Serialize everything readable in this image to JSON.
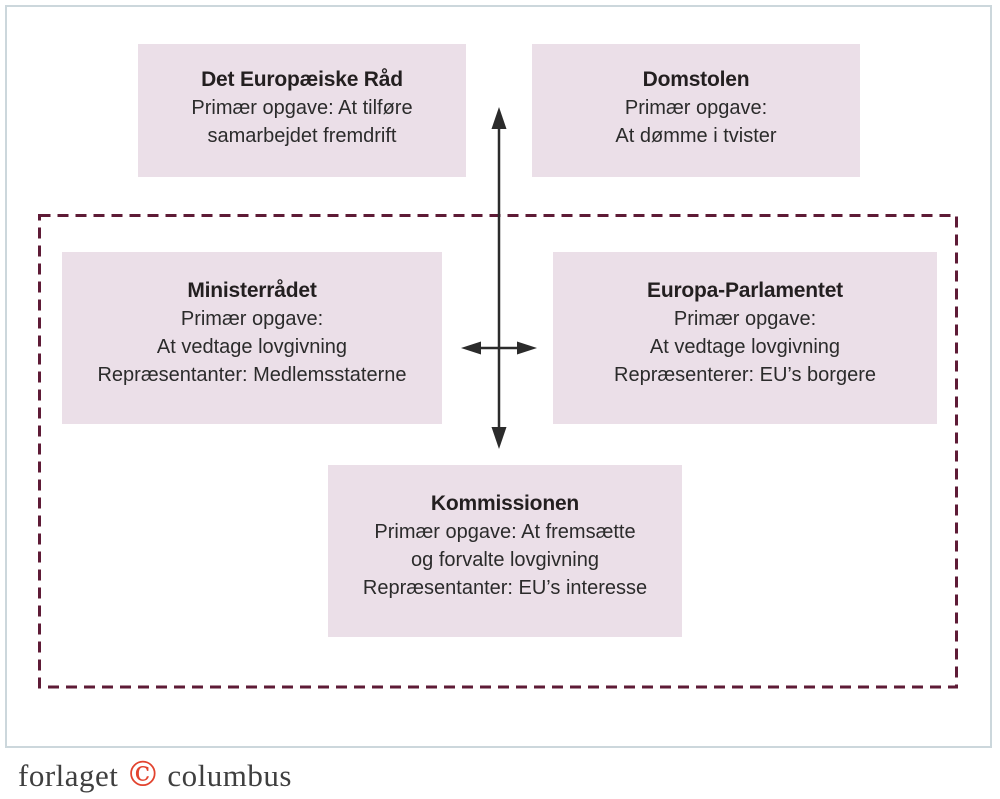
{
  "diagram": {
    "boxes": [
      {
        "title": "Det Europæiske Råd",
        "lines": [
          "Primær opgave: At tilføre",
          "samarbejdet fremdrift"
        ]
      },
      {
        "title": "Domstolen",
        "lines": [
          "Primær opgave:",
          "At dømme i tvister"
        ]
      },
      {
        "title": "Ministerrådet",
        "lines": [
          "Primær opgave:",
          "At vedtage lovgivning",
          "Repræsentanter: Medlemsstaterne"
        ]
      },
      {
        "title": "Europa-Parlamentet",
        "lines": [
          "Primær opgave:",
          "At vedtage lovgivning",
          "Repræsenterer: EU’s borgere"
        ]
      },
      {
        "title": "Kommissionen",
        "lines": [
          "Primær opgave: At fremsætte",
          "og forvalte lovgivning",
          "Repræsentanter: EU’s interesse"
        ]
      }
    ],
    "colors": {
      "box_background": "#ebdfe8",
      "dashed_border": "#5e1b36",
      "arrow": "#2b2b2b",
      "outer_border": "#ccd7dc",
      "heading_text": "#231f20",
      "body_text": "#2b2b2b",
      "copyright_red": "#e2432e"
    }
  },
  "footer": {
    "prefix": "forlaget",
    "copyright_symbol": "©",
    "name": "columbus"
  }
}
